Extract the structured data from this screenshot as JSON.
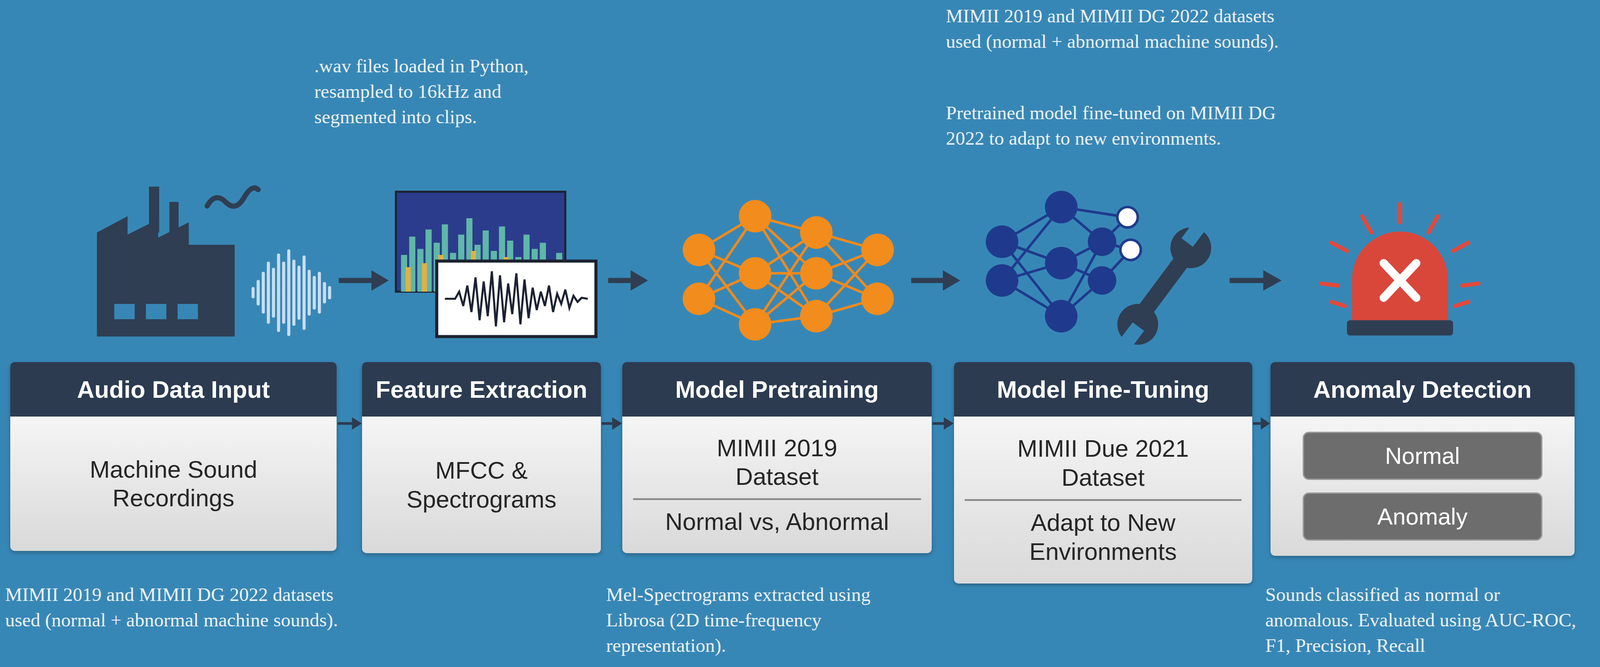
{
  "diagram": {
    "nodes": [
      {
        "text": [
          "Audio Data Input",
          "Machine Sound Recordings"
        ]
      },
      {
        "text": [
          "Feature Extraction",
          "MFCC & Spectrograms"
        ]
      },
      {
        "text": [
          "Model Pretraining",
          "MIMII 2019 Dataset",
          "Normal vs, Abnormal"
        ]
      },
      {
        "text": [
          "Model Fine-Tuning",
          "MIMII Due 2021 Dataset",
          "Adapt to New Environments"
        ]
      },
      {
        "text": [
          "Anomaly Detection"
        ]
      },
      {
        "text": [
          "Normal"
        ],
        "in": 4
      },
      {
        "text": [
          "Anomaly"
        ],
        "in": 4
      }
    ],
    "edges": [
      {
        "from": 0,
        "to": 1,
        "arrow": "to"
      },
      {
        "from": 1,
        "to": 2,
        "arrow": "to"
      },
      {
        "from": 2,
        "to": 3,
        "arrow": "to"
      },
      {
        "from": 3,
        "to": 4,
        "arrow": "to"
      }
    ],
    "labels": [
      ".wav files loaded in Python, resampled to 16kHz and segmented into clips.",
      "MIMII 2019 and MIMII DG 2022 datasets used (normal + abnormal machine sounds).",
      "Pretrained model fine-tuned on MIMII DG 2022 to adapt to new environments.",
      "MIMII 2019 and MIMII DG 2022 datasets used (normal + abnormal machine sounds).",
      "Mel-Spectrograms extracted using Librosa (2D time-frequency representation).",
      "Sounds classified as normal or anomalous. Evaluated using AUC-ROC, F1, Precision, Recall"
    ]
  }
}
